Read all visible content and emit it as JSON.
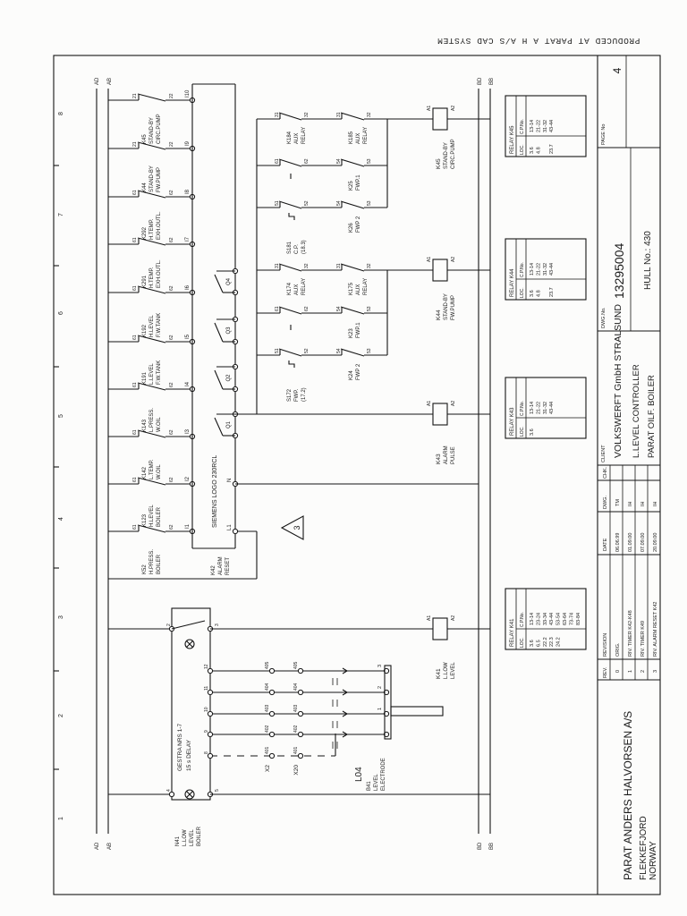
{
  "stamp": "PRODUCED AT PARAT A H A/S CAD SYSTEM",
  "rails": {
    "top": [
      "AD",
      "AB"
    ],
    "bottom": [
      "BD",
      "BB"
    ]
  },
  "columns": [
    "1",
    "2",
    "3",
    "4",
    "5",
    "6",
    "7",
    "8"
  ],
  "logo": {
    "title": "SIEMENS LOGO 230RCL",
    "l1": "L1",
    "n": "N",
    "inputs": [
      {
        "terminal": "I1",
        "contact": [
          "61",
          "62"
        ]
      },
      {
        "terminal": "I2",
        "contact": [
          "61",
          "62"
        ]
      },
      {
        "terminal": "I3",
        "contact": [
          "61",
          "62"
        ]
      },
      {
        "terminal": "I4",
        "contact": [
          "61",
          "62"
        ]
      },
      {
        "terminal": "I5",
        "contact": [
          "61",
          "62"
        ]
      },
      {
        "terminal": "I6",
        "contact": [
          "61",
          "62"
        ]
      },
      {
        "terminal": "I7",
        "contact": [
          "61",
          "62"
        ]
      },
      {
        "terminal": "I8",
        "contact": [
          "61",
          "62"
        ]
      },
      {
        "terminal": "I9",
        "contact": [
          "21",
          "22"
        ]
      },
      {
        "terminal": "I10",
        "contact": [
          "21",
          "22"
        ]
      }
    ],
    "device_labels": [
      [
        "K52",
        "H.PRESS.",
        "BOILER"
      ],
      [
        "K123",
        "H.LEVEL",
        "BOILER"
      ],
      [
        "K142",
        "L.TEMP.",
        "W.OIL"
      ],
      [
        "K143",
        "L.PRESS.",
        "W.OIL"
      ],
      [
        "K191",
        "L.LEVEL",
        "F.W.TANK"
      ],
      [
        "K192",
        "H.LEVEL",
        "F.W.TANK"
      ],
      [
        "K291",
        "H.TEMP.",
        "EXH.OUTL."
      ],
      [
        "K292",
        "H.TEMP.",
        "EXH.OUTL."
      ],
      [
        "K44",
        "STAND-BY",
        "FW.PUMP"
      ],
      [
        "K45",
        "STAND-BY",
        "CIRC.PUMP"
      ]
    ],
    "reset_label": [
      "K42",
      "ALARM",
      "RESET"
    ],
    "outputs": [
      "Q1",
      "Q2",
      "Q3",
      "Q4"
    ]
  },
  "revision_marker": "3",
  "level_relay": {
    "id": [
      "N41",
      "L.LOW",
      "LEVEL",
      "BOILER"
    ],
    "model": [
      "GESTRA NRS 1-7",
      "15 s DELAY"
    ],
    "terminals": {
      "t2": "2",
      "t3": "3",
      "t4": "4",
      "t5": "5",
      "probe": [
        "12",
        "11",
        "10",
        "9",
        "8"
      ]
    }
  },
  "terminal_strips": [
    {
      "label": "X2",
      "terminals": [
        "405",
        "404",
        "403",
        "402",
        "401"
      ]
    },
    {
      "label": "X20",
      "terminals": [
        "405",
        "404",
        "403",
        "402",
        "401"
      ]
    }
  ],
  "electrode": {
    "tag": "L04",
    "label": [
      "B41",
      "LEVEL",
      "ELECTRODE"
    ],
    "terminals": [
      "3",
      "2",
      "1"
    ]
  },
  "coils": [
    {
      "tag": "K41",
      "desc": [
        "L.LOW",
        "LEVEL"
      ],
      "a1": "A1",
      "a2": "A2"
    },
    {
      "tag": "K43",
      "desc": [
        "ALARM",
        "PULSE"
      ],
      "a1": "A1",
      "a2": "A2"
    },
    {
      "tag": "K44",
      "desc": [
        "STAND-BY",
        "FW.PUMP"
      ],
      "a1": "A1",
      "a2": "A2"
    },
    {
      "tag": "K45",
      "desc": [
        "STAND-BY",
        "CIRC.PUMP"
      ],
      "a1": "A1",
      "a2": "A2"
    }
  ],
  "contact_groups": [
    {
      "coil": "K44",
      "branches": [
        {
          "contacts": [
            {
              "pins": [
                "31",
                "32"
              ],
              "label": [
                "K174",
                "AUX",
                "RELAY"
              ]
            },
            {
              "pins": [
                "31",
                "32"
              ],
              "label": [
                "K175",
                "AUX",
                "RELAY"
              ]
            }
          ]
        },
        {
          "contacts": [
            {
              "pins": [
                "61",
                "62"
              ],
              "label": []
            },
            {
              "pins": [
                "54",
                "53"
              ],
              "label": [
                "K23",
                "FWP.1"
              ]
            }
          ]
        },
        {
          "contacts": [
            {
              "pins": [
                "51",
                "52"
              ],
              "label": [
                "S172",
                "FWP.",
                "(17.2)"
              ]
            },
            {
              "pins": [
                "54",
                "53"
              ],
              "label": [
                "K24",
                "FWP 2"
              ]
            }
          ]
        }
      ]
    },
    {
      "coil": "K45",
      "branches": [
        {
          "contacts": [
            {
              "pins": [
                "31",
                "32"
              ],
              "label": [
                "K184",
                "AUX",
                "RELAY"
              ]
            },
            {
              "pins": [
                "31",
                "32"
              ],
              "label": [
                "K185",
                "AUX",
                "RELAY"
              ]
            }
          ]
        },
        {
          "contacts": [
            {
              "pins": [
                "61",
                "62"
              ],
              "label": []
            },
            {
              "pins": [
                "54",
                "53"
              ],
              "label": [
                "K25",
                "FWP.1"
              ]
            }
          ]
        },
        {
          "contacts": [
            {
              "pins": [
                "51",
                "52"
              ],
              "label": [
                "S181",
                "C.P.",
                "(18.3)"
              ]
            },
            {
              "pins": [
                "54",
                "53"
              ],
              "label": [
                "K26",
                "FWP 2"
              ]
            }
          ]
        }
      ]
    }
  ],
  "relay_tables": [
    {
      "title": "RELAY K41",
      "headers": [
        "LOC.",
        "C.P.No."
      ],
      "loc": [
        "3.6",
        "6.5",
        "22.2",
        "22.3",
        "24.2"
      ],
      "cp": [
        "13-14",
        "23-24",
        "33-34",
        "43-44",
        "53-54",
        "63-64",
        "73-74",
        "83-84"
      ]
    },
    {
      "title": "RELAY K43",
      "headers": [
        "LOC.",
        "C.P.No."
      ],
      "loc": [
        "3.6"
      ],
      "cp": [
        "13-14",
        "21-22",
        "31-32",
        "43-44"
      ]
    },
    {
      "title": "RELAY K44",
      "headers": [
        "LOC.",
        "C.P.No."
      ],
      "loc": [
        "3.6",
        "4.8",
        "",
        "23.7"
      ],
      "cp": [
        "13-14",
        "21-22",
        "31-32",
        "43-44"
      ]
    },
    {
      "title": "RELAY K45",
      "headers": [
        "LOC.",
        "C.P.No."
      ],
      "loc": [
        "3.6",
        "4.8",
        "",
        "23.7"
      ],
      "cp": [
        "13-14",
        "21-22",
        "31-32",
        "43-44"
      ]
    }
  ],
  "title_block": {
    "company": "PARAT ANDERS HALVORSEN A/S",
    "city": "FLEKKEFJORD",
    "country": "NORWAY",
    "revision_headers": [
      "REV.",
      "REVISION",
      "DATE",
      "DWG.",
      "CHK."
    ],
    "revisions": [
      {
        "rev": "0",
        "text": "ORIG.",
        "date": "06.06.99",
        "dwg": "TM"
      },
      {
        "rev": "1",
        "text": "RIV. TIMER K42-K48",
        "date": "01.09.00",
        "dwg": "IH"
      },
      {
        "rev": "2",
        "text": "RIV. TIMER K49",
        "date": "07.09.00",
        "dwg": "IH"
      },
      {
        "rev": "3",
        "text": "RIV. ALARM RESET K42",
        "date": "20.09.00",
        "dwg": "IH"
      }
    ],
    "client_label": "CLIENT",
    "client": "VOLKSWERFT GmbH STRALSUND",
    "subject_1": "L.LEVEL CONTROLLER",
    "subject_2": "PARAT OILF. BOILER",
    "dwg_no_label": "DWG.No.",
    "dwg_no": "13295004",
    "hull": "HULL No.: 430",
    "page_label": "PAGE No",
    "page": "4"
  }
}
